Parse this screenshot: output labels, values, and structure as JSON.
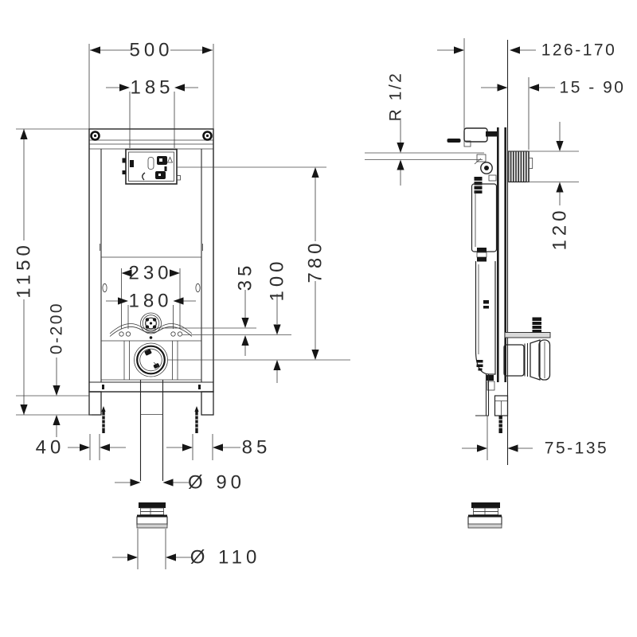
{
  "front_view": {
    "label_width": "500",
    "label_box_width": "185",
    "label_height": "1150",
    "label_foot_adjust": "0-200",
    "label_fix_outer": "230",
    "label_fix_inner": "180",
    "label_offset_flush": "35",
    "label_offset_drain": "100",
    "label_height_drain": "780",
    "label_leg_width": "40",
    "label_drain_offset": "85",
    "label_pipe_dia": "Ø 90",
    "label_adapter_dia": "Ø 110"
  },
  "side_view": {
    "label_depth_range": "126-170",
    "label_wall_finish_range": "15 - 90",
    "label_water_connection": "R 1/2",
    "label_plate_height": "120",
    "label_outlet_range": "75-135"
  }
}
